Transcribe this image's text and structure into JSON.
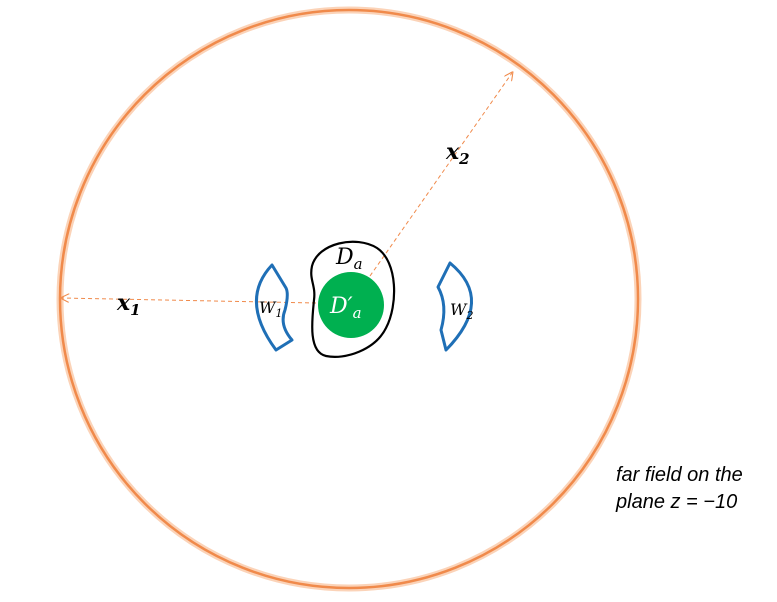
{
  "labels": {
    "x1_base": "x",
    "x1_sub": "1",
    "x2_base": "x",
    "x2_sub": "2",
    "da_base": "D",
    "da_sub": "a",
    "dpa_base": "D′",
    "dpa_sub": "a",
    "w1_base": "W",
    "w1_sub": "1",
    "w2_base": "W",
    "w2_sub": "2"
  },
  "caption": {
    "line1": "far field on the",
    "line2": "plane z = −10"
  },
  "colors": {
    "far_field_circle": "#f08a4b",
    "far_field_glow": "#fbd3b8",
    "arrow": "#f08a4b",
    "window_stroke": "#1f6fb6",
    "domain_fill": "#00b050",
    "domain_outline": "#000000"
  }
}
